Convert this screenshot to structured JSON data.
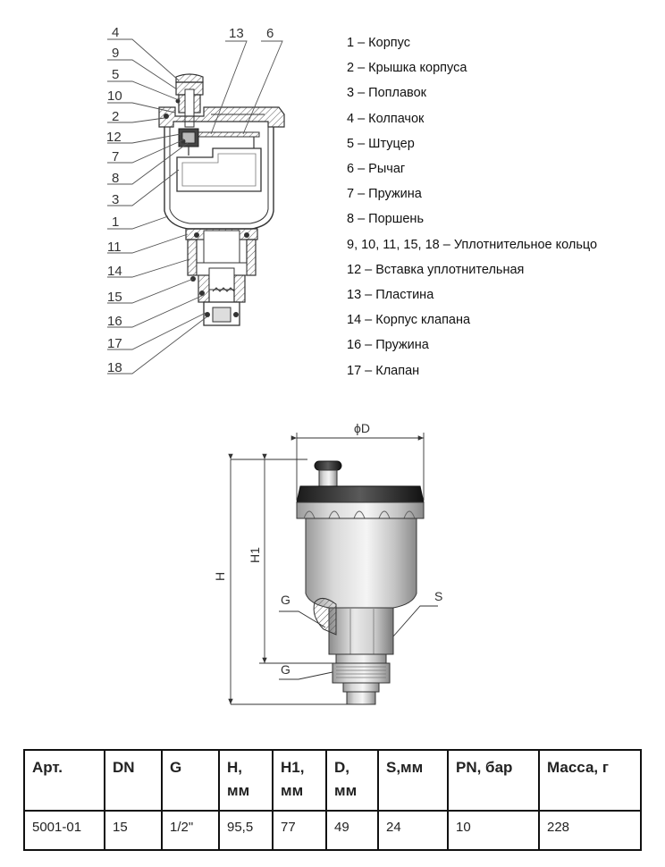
{
  "callouts_left": [
    "4",
    "9",
    "5",
    "10",
    "2",
    "12",
    "7",
    "8",
    "3",
    "1",
    "11",
    "14",
    "15",
    "16",
    "17",
    "18"
  ],
  "callouts_top": [
    "13",
    "6"
  ],
  "legend": [
    "1 – Корпус",
    "2 – Крышка корпуса",
    "3 – Поплавок",
    "4 – Колпачок",
    "5 – Штуцер",
    "6 – Рычаг",
    "7 – Пружина",
    "8 – Поршень",
    "9, 10, 11, 15, 18 – Уплотнительное кольцо",
    "12 – Вставка уплотнительная",
    "13 – Пластина",
    "14 – Корпус клапана",
    "16 – Пружина",
    "17 – Клапан"
  ],
  "dimensions": {
    "diameter": "ϕD",
    "height": "H",
    "height1": "H1",
    "thread_top": "G",
    "thread_bottom": "G",
    "wrench": "S"
  },
  "table": {
    "headers": [
      [
        "Арт."
      ],
      [
        "DN"
      ],
      [
        "G"
      ],
      [
        "H,",
        "мм"
      ],
      [
        "H1,",
        "мм"
      ],
      [
        "D,",
        "мм"
      ],
      [
        "S,мм"
      ],
      [
        "PN, бар"
      ],
      [
        "Масса, г"
      ]
    ],
    "rows": [
      [
        "5001-01",
        "15",
        "1/2\"",
        "95,5",
        "77",
        "49",
        "24",
        "10",
        "228"
      ]
    ]
  }
}
